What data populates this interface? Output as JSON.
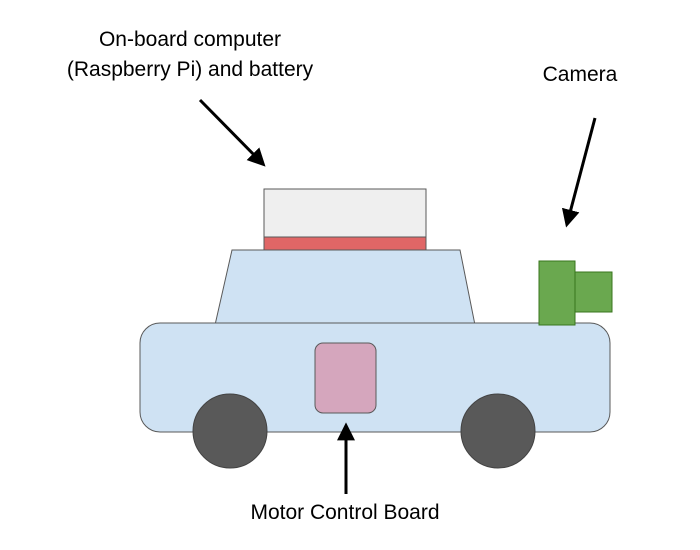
{
  "labels": {
    "computer_line1": "On-board computer",
    "computer_line2": "(Raspberry Pi) and battery",
    "camera": "Camera",
    "motor_board": "Motor Control Board"
  },
  "colors": {
    "car_body": "#cfe2f3",
    "car_outline": "#595959",
    "wheel": "#595959",
    "computer": "#efefef",
    "battery": "#e06666",
    "camera": "#6aa84f",
    "camera_outline": "#38761d",
    "motor_board": "#d5a6bd",
    "arrow": "#000000"
  }
}
